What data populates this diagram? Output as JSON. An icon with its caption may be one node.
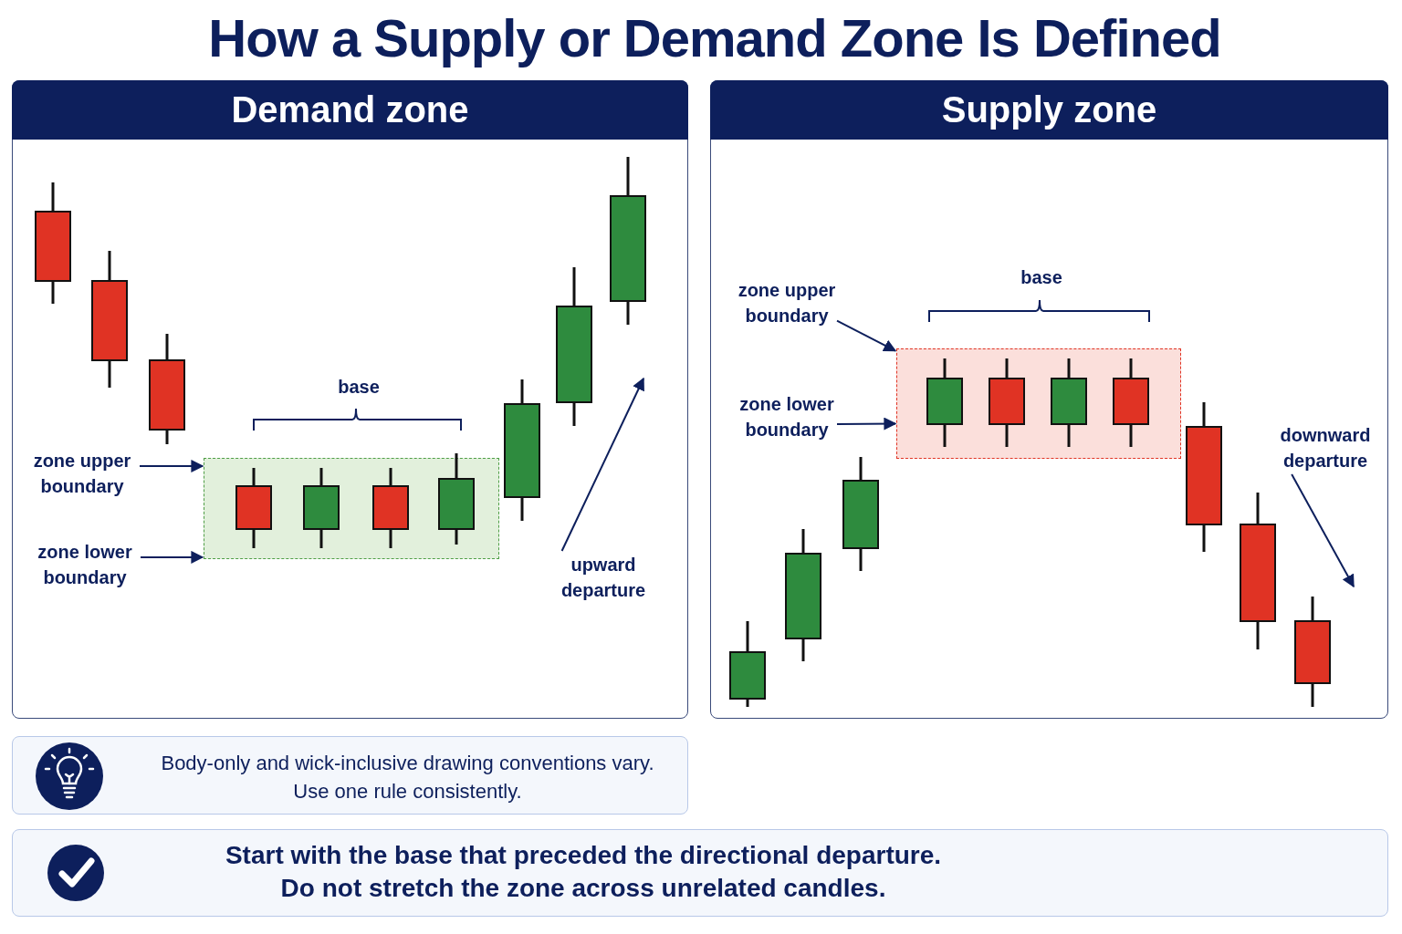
{
  "diagram": {
    "title": "How a Supply or Demand Zone Is Defined",
    "nodes": [
      {
        "text": [
          "Demand zone"
        ]
      },
      {
        "text": [
          "zone upper boundary"
        ],
        "in": 0
      },
      {
        "text": [
          "zone lower boundary"
        ],
        "in": 0
      },
      {
        "text": [],
        "shape": "box",
        "in": 0
      },
      {
        "text": [
          "base"
        ],
        "in": 0
      },
      {
        "text": [
          "upward departure"
        ],
        "in": 0
      },
      {
        "text": [
          "Supply zone"
        ]
      },
      {
        "text": [
          "zone upper boundary"
        ],
        "in": 6
      },
      {
        "text": [
          "zone lower boundary"
        ],
        "in": 6
      },
      {
        "text": [],
        "shape": "box",
        "in": 6
      },
      {
        "text": [
          "base"
        ],
        "in": 6
      },
      {
        "text": [
          "downward departure"
        ],
        "in": 6
      },
      {
        "text": [
          "Body-only and wick-inclusive drawing conventions vary. Use one rule consistently."
        ]
      },
      {
        "text": [
          "Start with the base that preceded the directional departure. Do not stretch the zone across unrelated candles."
        ]
      }
    ],
    "edges": [
      {
        "from": 1,
        "to": 3,
        "arrow": "to"
      },
      {
        "from": 2,
        "to": 3,
        "arrow": "to"
      },
      {
        "from": 5,
        "to": null,
        "arrow": "to"
      },
      {
        "from": 7,
        "to": 9,
        "arrow": "to"
      },
      {
        "from": 8,
        "to": 9,
        "arrow": "to"
      },
      {
        "from": 11,
        "to": null,
        "arrow": "to"
      }
    ]
  }
}
